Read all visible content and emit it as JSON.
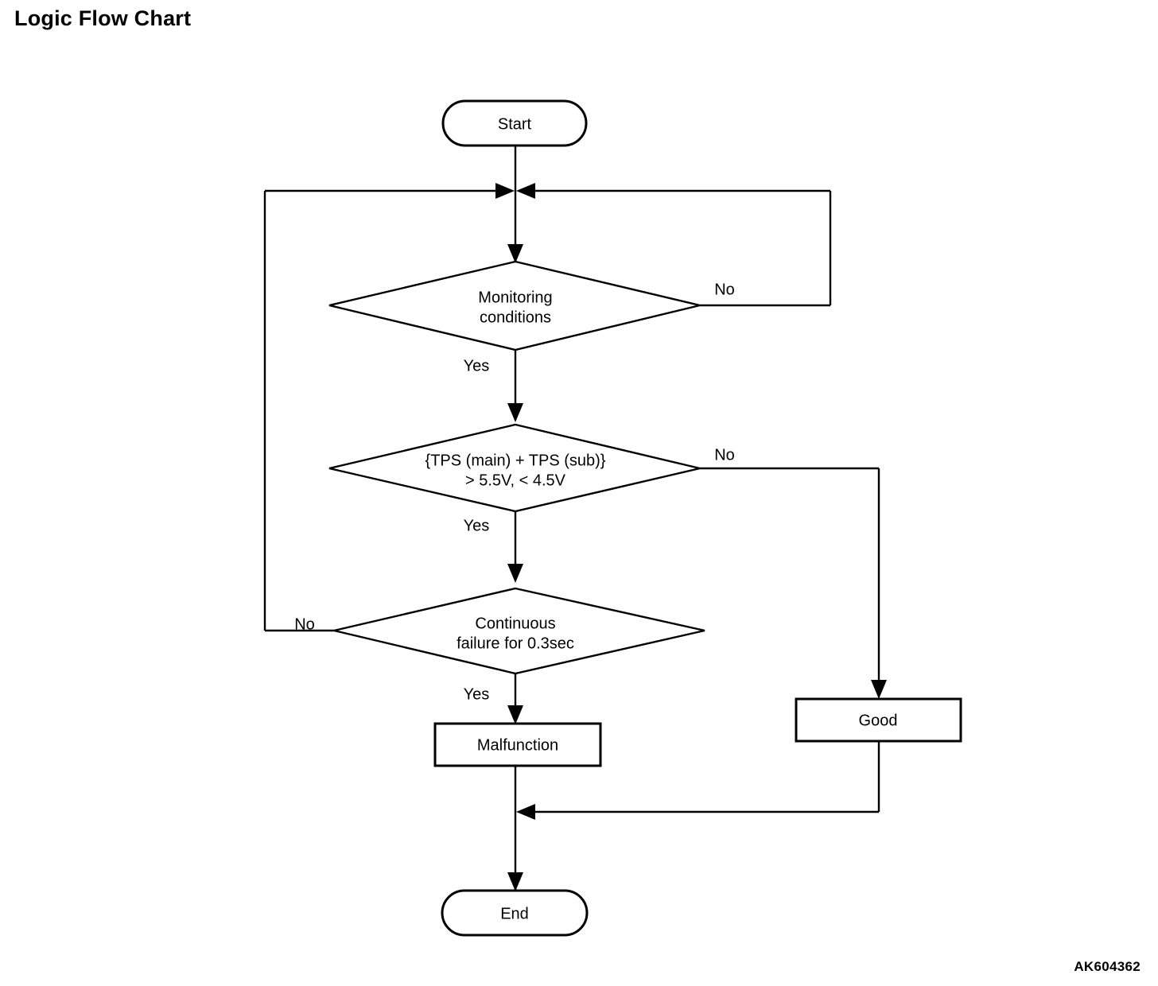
{
  "page": {
    "title": "Logic Flow Chart",
    "figure_code": "AK604362"
  },
  "chart_data": {
    "type": "diagram",
    "title": "Logic Flow Chart",
    "nodes": [
      {
        "id": "start",
        "label": "Start",
        "shape": "stadium"
      },
      {
        "id": "monitoring",
        "label": "Monitoring\nconditions",
        "shape": "diamond"
      },
      {
        "id": "tps",
        "label": "{TPS (main) + TPS (sub)}\n> 5.5V, < 4.5V",
        "shape": "diamond"
      },
      {
        "id": "continuous",
        "label": "Continuous\nfailure for 0.3sec",
        "shape": "diamond"
      },
      {
        "id": "malfunction",
        "label": "Malfunction",
        "shape": "rectangle"
      },
      {
        "id": "good",
        "label": "Good",
        "shape": "rectangle"
      },
      {
        "id": "end",
        "label": "End",
        "shape": "stadium"
      }
    ],
    "edges": [
      {
        "from": "start",
        "to": "monitoring",
        "label": ""
      },
      {
        "from": "monitoring",
        "to": "tps",
        "label": "Yes"
      },
      {
        "from": "monitoring",
        "to": "monitoring",
        "label": "No"
      },
      {
        "from": "tps",
        "to": "continuous",
        "label": "Yes"
      },
      {
        "from": "tps",
        "to": "good",
        "label": "No"
      },
      {
        "from": "continuous",
        "to": "malfunction",
        "label": "Yes"
      },
      {
        "from": "continuous",
        "to": "monitoring",
        "label": "No"
      },
      {
        "from": "malfunction",
        "to": "end",
        "label": ""
      },
      {
        "from": "good",
        "to": "end",
        "label": ""
      }
    ]
  },
  "nodes": {
    "start": {
      "label": "Start"
    },
    "monitoring": {
      "line1": "Monitoring",
      "line2": "conditions"
    },
    "tps": {
      "line1": "{TPS (main) + TPS (sub)}",
      "line2": "> 5.5V, < 4.5V"
    },
    "continuous": {
      "line1": "Continuous",
      "line2": "failure for 0.3sec"
    },
    "malfunction": {
      "label": "Malfunction"
    },
    "good": {
      "label": "Good"
    },
    "end": {
      "label": "End"
    }
  },
  "labels": {
    "monitoring_yes": "Yes",
    "monitoring_no": "No",
    "tps_yes": "Yes",
    "tps_no": "No",
    "continuous_yes": "Yes",
    "continuous_no": "No"
  },
  "colors": {
    "stroke": "#000000",
    "fill": "#ffffff",
    "text": "#000000"
  }
}
